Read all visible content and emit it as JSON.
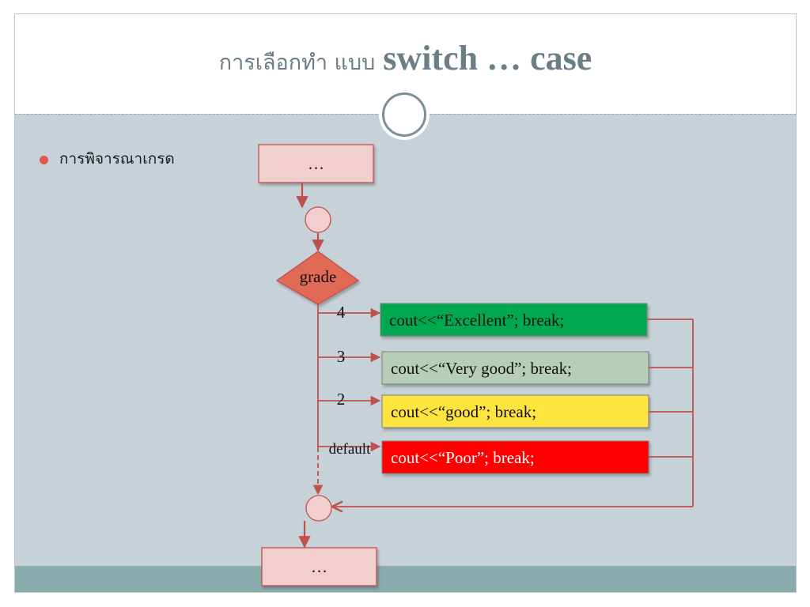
{
  "title": {
    "thai": "การเลือกทำ แบบ",
    "code": "switch … case"
  },
  "bullet": {
    "text": "การพิจารณาเกรด"
  },
  "flow": {
    "start_label": "…",
    "decision_label": "grade",
    "end_label": "…",
    "branches": [
      {
        "case": "4",
        "statement": "cout<<“Excellent”; break;",
        "color": "#00a84f",
        "text_color": "#111111"
      },
      {
        "case": "3",
        "statement": "cout<<“Very good”; break;",
        "color": "#b6cdb7",
        "text_color": "#111111"
      },
      {
        "case": "2",
        "statement": "cout<<“good”; break;",
        "color": "#ffe441",
        "text_color": "#111111"
      },
      {
        "case": "default",
        "statement": "cout<<“Poor”; break;",
        "color": "#ff0000",
        "text_color": "#ffffff"
      }
    ]
  },
  "colors": {
    "slide_bg": "#c6d2d8",
    "box_fill": "#f2cfcf",
    "box_stroke": "#c0504d",
    "arrow": "#c0504d",
    "decision_fill": "#e06a55",
    "title_text": "#6b7d86"
  }
}
